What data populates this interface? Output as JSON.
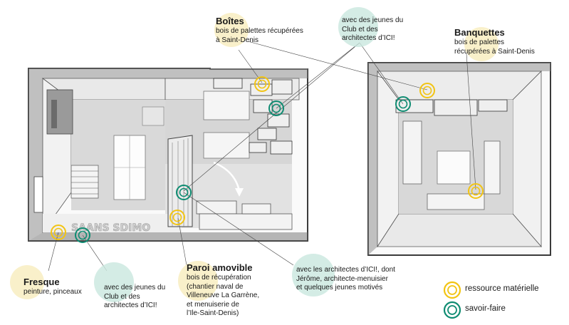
{
  "colors": {
    "materiel": "#f2c413",
    "materiel_halo": "#f7ecbd",
    "savoir": "#0f8c72",
    "savoir_halo": "#c9e7df",
    "wall": "#3a3a3a",
    "floor": "#dcdcdc"
  },
  "labels": {
    "boites": {
      "title": "Boîtes",
      "lines": [
        "bois de palettes récupérées",
        "à Saint-Denis"
      ]
    },
    "club_top": {
      "lines": [
        "avec des jeunes du",
        "Club et des",
        "architectes d’ICI!"
      ]
    },
    "banquettes": {
      "title": "Banquettes",
      "lines": [
        "bois de palettes",
        "récupérées à Saint-Denis"
      ]
    },
    "fresque": {
      "title": "Fresque",
      "lines": [
        "peinture, pinceaux"
      ]
    },
    "club_bottom": {
      "lines": [
        "avec des jeunes du",
        "Club et des",
        "architectes d’ICI!"
      ]
    },
    "paroi": {
      "title": "Paroi amovible",
      "lines": [
        "bois de récupération",
        "(chantier naval de",
        "Villeneuve La Garrène,",
        "et menuiserie de",
        "l’Ile-Saint-Denis)"
      ]
    },
    "architectes": {
      "lines": [
        "avec les architectes d’ICI!, dont",
        "Jérôme, architecte-menuisier",
        "et quelques jeunes motivés"
      ]
    }
  },
  "legend": {
    "materiel": "ressource matérielle",
    "savoir": "savoir-faire"
  }
}
